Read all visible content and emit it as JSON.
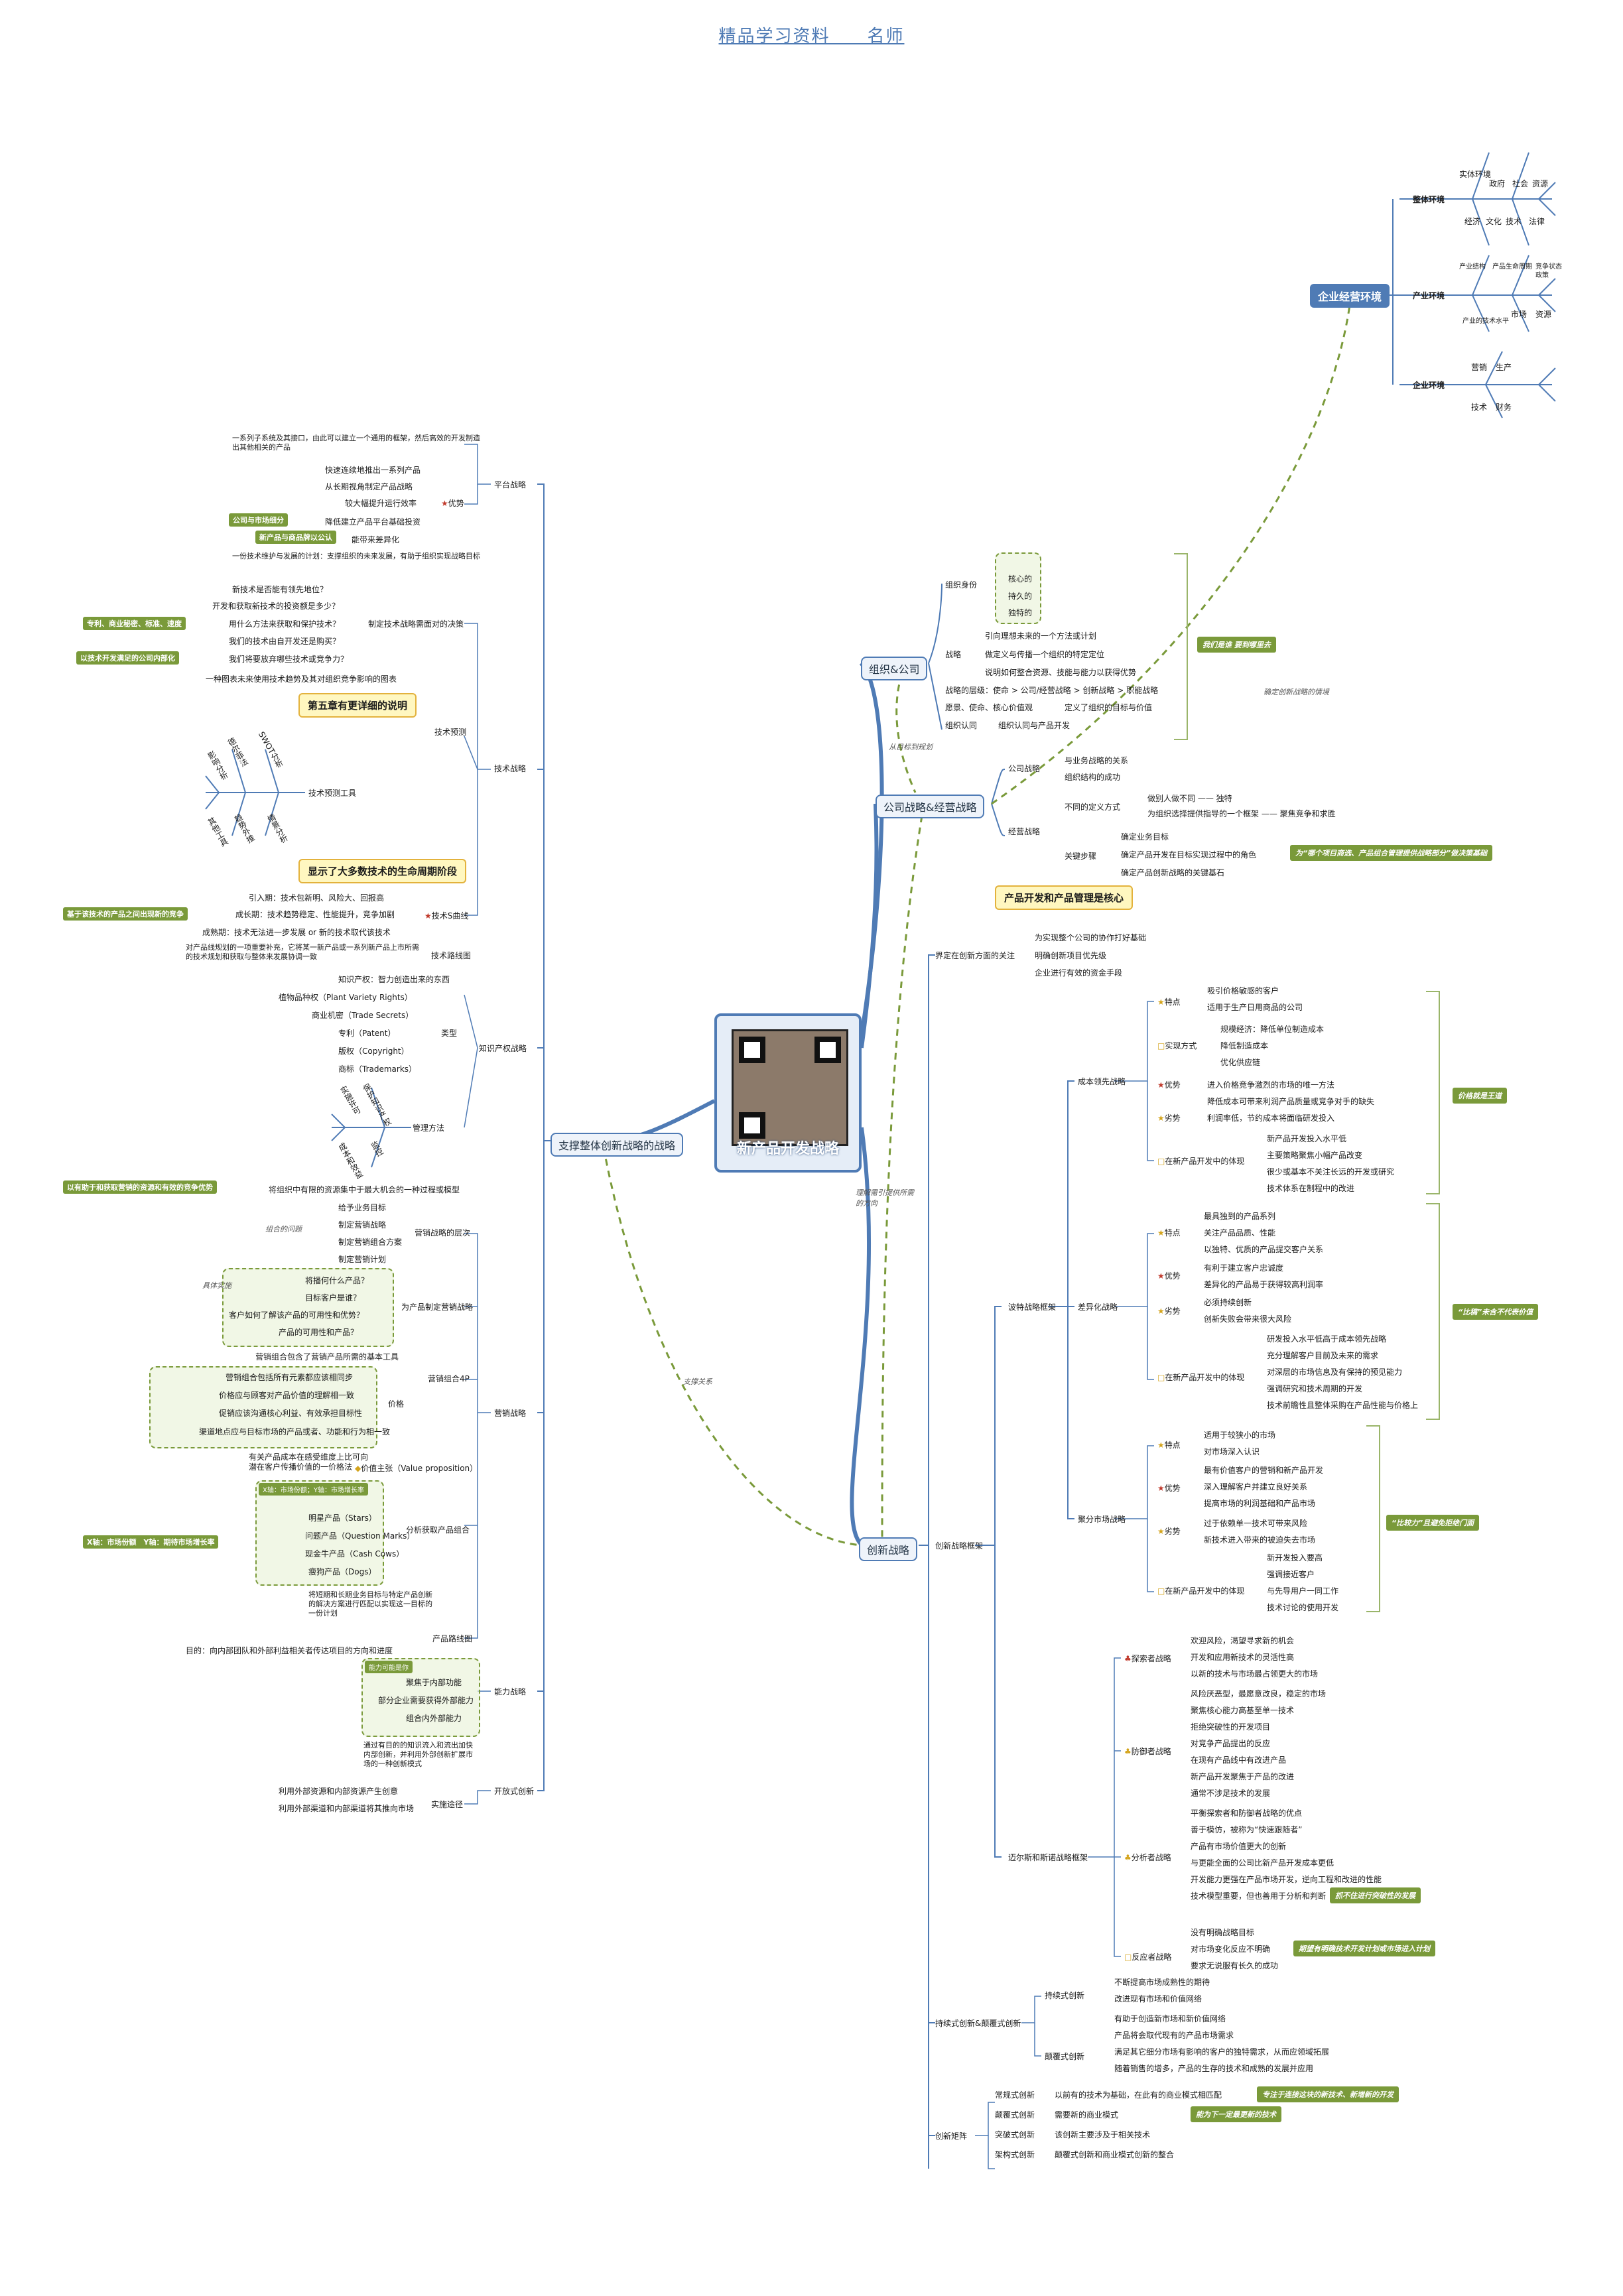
{
  "header": {
    "top_text": "精品学习资料　　名师"
  },
  "center": {
    "title": "新产品开发战略"
  },
  "env": {
    "label": "企业经营环境",
    "macro": "整体环境",
    "macro_items": [
      "实体环境",
      "政府",
      "社会",
      "资源",
      "经济",
      "文化",
      "技术",
      "法律"
    ],
    "industry": "产业环境",
    "industry_items": [
      "产业结构",
      "产品生命周期",
      "竞争状态",
      "政策",
      "产业的技术水平",
      "市场",
      "资源"
    ],
    "company": "企业环境",
    "company_items": [
      "营销",
      "生产",
      "技术",
      "财务"
    ]
  },
  "org": {
    "label": "组织&公司",
    "items": [
      "组织身份",
      "核心的",
      "持久的",
      "独特的",
      "战略",
      "引向理想未来的一个方法或计划",
      "做定义与传播一个组织的特定定位",
      "说明如何整合资源、技能与能力以获得优势",
      "战略的层级：使命 > 公司/经营战略 > 创新战略 > 职能战略",
      "愿景、使命、核心价值观",
      "定义了组织的目标与价值",
      "组织认同",
      "组织认同与产品开发"
    ],
    "callout": "我们是谁 要到哪里去"
  },
  "corp": {
    "label": "公司战略&经营战略",
    "items": [
      "公司战略",
      "与业务战略的关系",
      "组织结构的成功",
      "经营战略",
      "不同的定义方式",
      "做别人做不同 —— 独特",
      "为组织选择提供指导的一个框架 —— 聚焦竞争和求胜",
      "关键步骤",
      "确定业务目标",
      "确定产品开发在目标实现过程中的角色",
      "确定产品创新战略的关键基石"
    ],
    "callout": "为“哪个项目商选、产品组合管理提供战略部分”做决策基础",
    "yellow": "产品开发和产品管理是核心"
  },
  "innov": {
    "label": "创新战略",
    "intro": "界定在创新方面的关注",
    "intro_items": [
      "为实现整个公司的协作打好基础",
      "明确创新项目优先级",
      "企业进行有效的资金手段"
    ],
    "framework": "创新战略框架",
    "porter": "波特战略框架",
    "cost": "成本领先战略",
    "cost_items": [
      "特点",
      "吸引价格敏感的客户",
      "适用于生产日用商品的公司",
      "实现方式",
      "规模经济：降低单位制造成本",
      "降低制造成本",
      "优化供应链",
      "优势",
      "进入价格竞争激烈的市场的唯一方法",
      "降低成本可带来利润产品质量或竞争对手的缺失",
      "劣势",
      "利润率低，节约成本将面临研发投入",
      "在新产品开发中的体现",
      "新产品开发投入水平低",
      "主要策略聚焦小幅产品改变",
      "很少或基本不关注长远的开发或研究",
      "技术体系在制程中的改进"
    ],
    "cost_callout": "价格就是王道",
    "diff": "差异化战略",
    "diff_items": [
      "特点",
      "最具独到的产品系列",
      "关注产品品质、性能",
      "以独特、优质的产品提交客户关系",
      "优势",
      "有利于建立客户忠诚度",
      "差异化的产品易于获得较高利润率",
      "劣势",
      "必须持续创新",
      "创新失败会带来很大风险",
      "在新产品开发中的体现",
      "研发投入水平低高于成本领先战略",
      "充分理解客户目前及未来的需求",
      "对深层的市场信息及有保持的预见能力",
      "强调研究和技术周期的开发",
      "技术前瞻性且整体采购在产品性能与价格上"
    ],
    "diff_callout": "“比稿”未含不代表价值",
    "niche": "聚分市场战略",
    "niche_items": [
      "特点",
      "适用于较狭小的市场",
      "对市场深入认识",
      "最有价值客户的营销和新产品开发",
      "优势",
      "深入理解客户并建立良好关系",
      "提高市场的利润基础和产品市场",
      "劣势",
      "过于依赖单一技术可带来风险",
      "新技术进入带来的被迫失去市场",
      "在新产品开发中的体现",
      "新开发投入要高",
      "强调接近客户",
      "与先导用户一同工作",
      "技术讨论的使用开发"
    ],
    "niche_callout": "“比较力”且避免拒绝门面",
    "miles": "迈尔斯和斯诺战略框架",
    "prospector": "探索者战略",
    "prospector_items": [
      "欢迎风险，渴望寻求新的机会",
      "开发和应用新技术的灵活性高",
      "以新的技术与市场最占领更大的市场"
    ],
    "analyzer": "防御者战略",
    "defender_items": [
      "风险厌恶型，最愿意改良，稳定的市场",
      "聚焦核心能力高基至单一技术",
      "拒绝突破性的开发项目",
      "对竞争产品提出的反应",
      "在现有产品线中有改进产品",
      "新产品开发聚焦于产品的改进",
      "通常不涉足技术的发展"
    ],
    "analyzer_label": "分析者战略",
    "analyzer_items": [
      "平衡探索者和防御者战略的优点",
      "善于模仿，被称为“快速跟随者”",
      "产品有市场价值更大的创新",
      "与更能全面的公司比新产品开发成本更低",
      "开发能力更强在产品市场开发，逆向工程和改进的性能",
      "技术模型重要，但也善用于分析和判断"
    ],
    "analyzer_callout": "抓不住进行突破性的发展",
    "reactor": "反应者战略",
    "reactor_items": [
      "没有明确战略目标",
      "对市场变化反应不明确",
      "要求无说服有长久的成功"
    ],
    "reactor_callout": "期望有明确技术开发计划或市场进入计划",
    "sustain": "持续式创新&颠覆式创新",
    "sustain_label": "持续式创新",
    "sustain_items": [
      "不断提高市场成熟性的期待",
      "改进现有市场和价值网络"
    ],
    "disrupt_label": "颠覆式创新",
    "disrupt_items": [
      "有助于创造新市场和新价值网络",
      "产品将会取代现有的产品市场需求",
      "满足其它细分市场有影响的客户的独特需求，从而应领域拓展",
      "随着销售的增多，产品的生存的技术和成熟的发展并应用"
    ],
    "matrix": "创新矩阵",
    "matrix_items": [
      "常规式创新",
      "以前有的技术为基础，在此有的商业模式相匹配",
      "颠覆式创新",
      "需要新的商业模式",
      "突破式创新",
      "该创新主要涉及于相关技术",
      "架构式创新",
      "颠覆式创新和商业模式创新的整合"
    ],
    "matrix_callout1": "专注于连接这块的新技术、新增新的开发",
    "matrix_callout2": "能为下一定最更新的技术"
  },
  "support": {
    "label": "支撑整体创新战略的战略",
    "platform": "平台战略",
    "platform_items": [
      "一系列子系统及其接口，由此可以建立一个通用的框架，然后高效的开发制造出其他相关的产品",
      "快速连续地推出一系列产品",
      "从长期视角制定产品战略",
      "较大幅提升运行效率",
      "降低建立产品平台基础投资",
      "能带来差异化",
      "优势"
    ],
    "platform_tags": [
      "公司与市场细分",
      "新产品与商品牌以公认"
    ],
    "tech": "技术战略",
    "tech_items": [
      "一份技术维护与发展的计划：支撑组织的未来发展，有助于组织实现战略目标",
      "新技术是否能有领先地位？",
      "开发和获取新技术的投资额是多少？",
      "用什么方法来获取和保护技术？",
      "我们的技术由自开发还是购买？",
      "我们将要放弃哪些技术或竞争力？",
      "制定技术战略需面对的决策",
      "一种图表未来使用技术趋势及其对组织竞争影响的图表",
      "技术预测"
    ],
    "tech_tags": [
      "专利、商业秘密、标准、速度",
      "以技术开发满足的公司内部化"
    ],
    "tech_yellow1": "第五章有更详细的说明",
    "tech_tools": "技术预测工具",
    "tech_tool_items": [
      "SWOT分析",
      "德尔菲法",
      "情景分析",
      "趋势外推",
      "影响分析",
      "其他工具"
    ],
    "tech_yellow2": "显示了大多数技术的生命周期阶段",
    "scurve": "技术S曲线",
    "scurve_items": [
      "引入期：技术包新明、风险大、回报高",
      "成长期：技术趋势稳定、性能提升，竞争加剧",
      "成熟期：技术无法进一步发展 or 新的技术取代该技术",
      "技术路线图",
      "对产品线规划的一项重要补充，它将某一新产品或一系列新产品上市所需的技术规划和获取与整体来发展协调一致"
    ],
    "scurve_tag": "基于该技术的产品之间出现新的竞争",
    "ip": "知识产权战略",
    "ip_items": [
      "知识产权：智力创造出来的东西",
      "植物品种权（Plant Variety Rights）",
      "商业机密（Trade Secrets）",
      "专利（Patent）",
      "版权（Copyright）",
      "商标（Trademarks）",
      "类型",
      "管理方法"
    ],
    "ip_mgmt": [
      "保护知识产权",
      "实施许可",
      "监控",
      "成本和效益"
    ],
    "mkt": "营销战略",
    "mkt_items": [
      "将组织中有限的资源集中于最大机会的一种过程或模型",
      "给予业务目标",
      "制定营销战略",
      "制定营销组合方案",
      "制定营销计划",
      "营销战略的层次",
      "将播何什么产品？",
      "目标客户是谁？",
      "客户如何了解该产品的可用性和优势？",
      "产品的可用性和产品？",
      "为产品制定营销战略",
      "营销组合包含了营销产品所需的基本工具",
      "营销组合包括所有元素都应该相同步",
      "价格应与顾客对产品价值的理解相一致",
      "促销应该沟通核心利益、有效承担目标性",
      "渠道地点应与目标市场的产品或者、功能和行为相一致",
      "营销组合4P",
      "价格",
      "有关产品成本在感受维度上比可向",
      "潜在客户传播价值的一价格法",
      "价值主张（Value proposition）"
    ],
    "mkt_tag": "以有助于和获取营销的资源和有效的竞争优势",
    "mkt_tag2": "组合的问题",
    "mkt_tag3": "具体实施",
    "bcg": "分析获取产品组合",
    "bcg_items": [
      "明星产品（Stars）",
      "问题产品（Question Marks）",
      "现金牛产品（Cash Cows）",
      "瘦狗产品（Dogs）"
    ],
    "bcg_tag1": "X轴：市场份额　Y轴：期待市场增长率",
    "bcg_tag2": "X轴：市场份额；Y轴：市场增长率",
    "roadmap": "产品路线图",
    "roadmap_items": [
      "将短期和长期业务目标与特定产品创新的解决方案进行匹配以实现这一目标的一份计划",
      "目的：向内部团队和外部利益相关者传达项目的方向和进度"
    ],
    "capability": "能力战略",
    "capability_items": [
      "聚焦于内部功能",
      "部分企业需要获得外部能力",
      "组合内外部能力"
    ],
    "capability_tag": "能力可能是你",
    "open": "开放式创新",
    "open_items": [
      "通过有目的的知识流入和流出加快内部创新，并利用外部创新扩展市场的一种创新模式",
      "利用外部资源和内部资源产生创意",
      "利用外部渠道和内部渠道将其推向市场",
      "实施途径"
    ]
  },
  "links": {
    "org_to_corp": "从目标到规划",
    "corp_to_env": "确定创新战略的情境",
    "corp_to_innov": "理解需引提供所需的方向",
    "support_to_innov": "支撑关系"
  }
}
